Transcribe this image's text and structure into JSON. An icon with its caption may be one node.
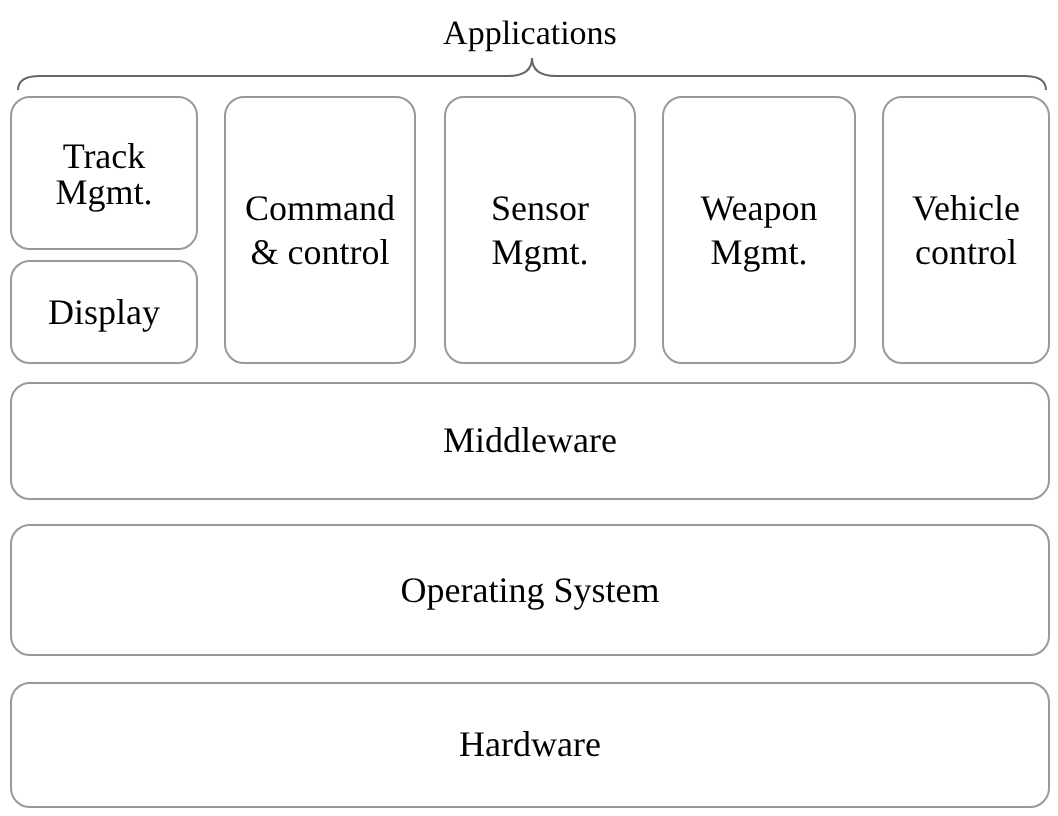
{
  "diagram": {
    "nodes": [
      {
        "text": [
          "Track Mgmt."
        ]
      },
      {
        "text": [
          "Display"
        ]
      },
      {
        "text": [
          "Command & control"
        ]
      },
      {
        "text": [
          "Sensor Mgmt."
        ]
      },
      {
        "text": [
          "Weapon Mgmt."
        ]
      },
      {
        "text": [
          "Vehicle control"
        ]
      },
      {
        "text": [
          "Middleware"
        ]
      },
      {
        "text": [
          "Operating System"
        ]
      },
      {
        "text": [
          "Hardware"
        ]
      }
    ],
    "labels": [
      "Applications"
    ]
  }
}
